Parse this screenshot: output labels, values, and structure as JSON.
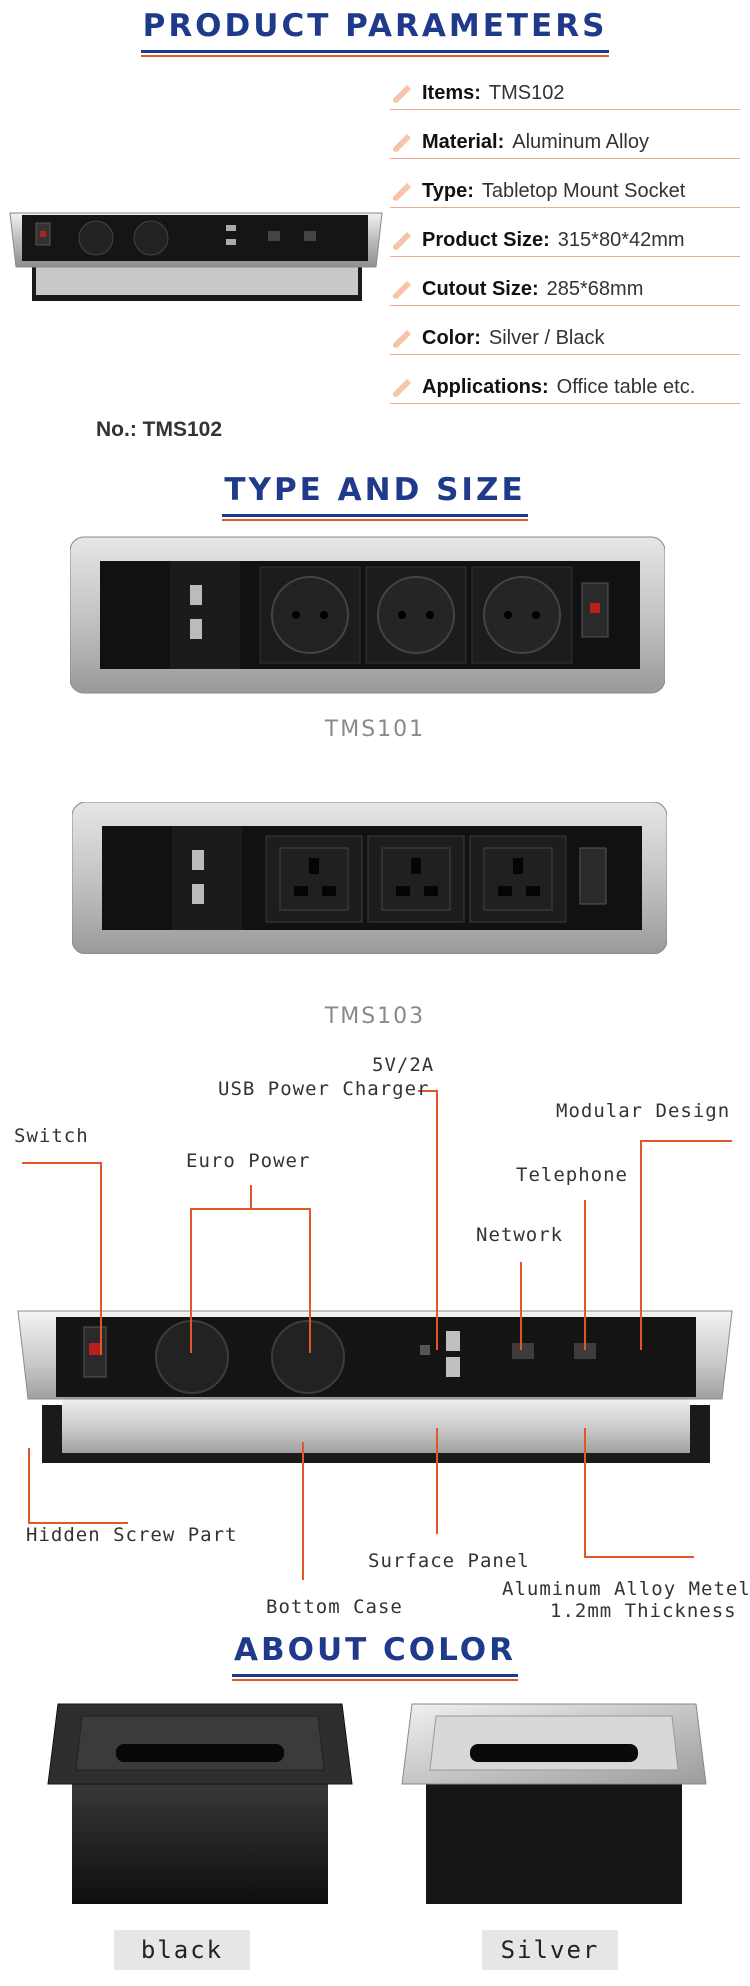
{
  "sections": {
    "product_parameters": "PRODUCT PARAMETERS",
    "type_and_size": "TYPE AND SIZE",
    "about_color": "ABOUT COLOR"
  },
  "parameters": [
    {
      "label": "Items:",
      "value": "TMS102"
    },
    {
      "label": "Material:",
      "value": "Aluminum Alloy"
    },
    {
      "label": "Type:",
      "value": "Tabletop Mount Socket"
    },
    {
      "label": "Product Size:",
      "value": "315*80*42mm"
    },
    {
      "label": "Cutout Size:",
      "value": "285*68mm"
    },
    {
      "label": "Color:",
      "value": "Silver / Black"
    },
    {
      "label": "Applications:",
      "value": "Office table etc."
    }
  ],
  "product_number": "No.: TMS102",
  "models": [
    "TMS101",
    "TMS103"
  ],
  "callouts": {
    "usb_line1": "5V/2A",
    "usb_line2": "USB Power Charger",
    "modular": "Modular Design",
    "switch": "Switch",
    "euro_power": "Euro Power",
    "telephone": "Telephone",
    "network": "Network",
    "hidden_screw": "Hidden Screw Part",
    "surface_panel": "Surface Panel",
    "bottom_case": "Bottom Case",
    "alloy_line1": "Aluminum Alloy Metel",
    "alloy_line2": "1.2mm Thickness"
  },
  "colors_available": [
    "black",
    "Silver"
  ],
  "theme": {
    "heading": "#1f3a8a",
    "accent": "#e0572a"
  }
}
